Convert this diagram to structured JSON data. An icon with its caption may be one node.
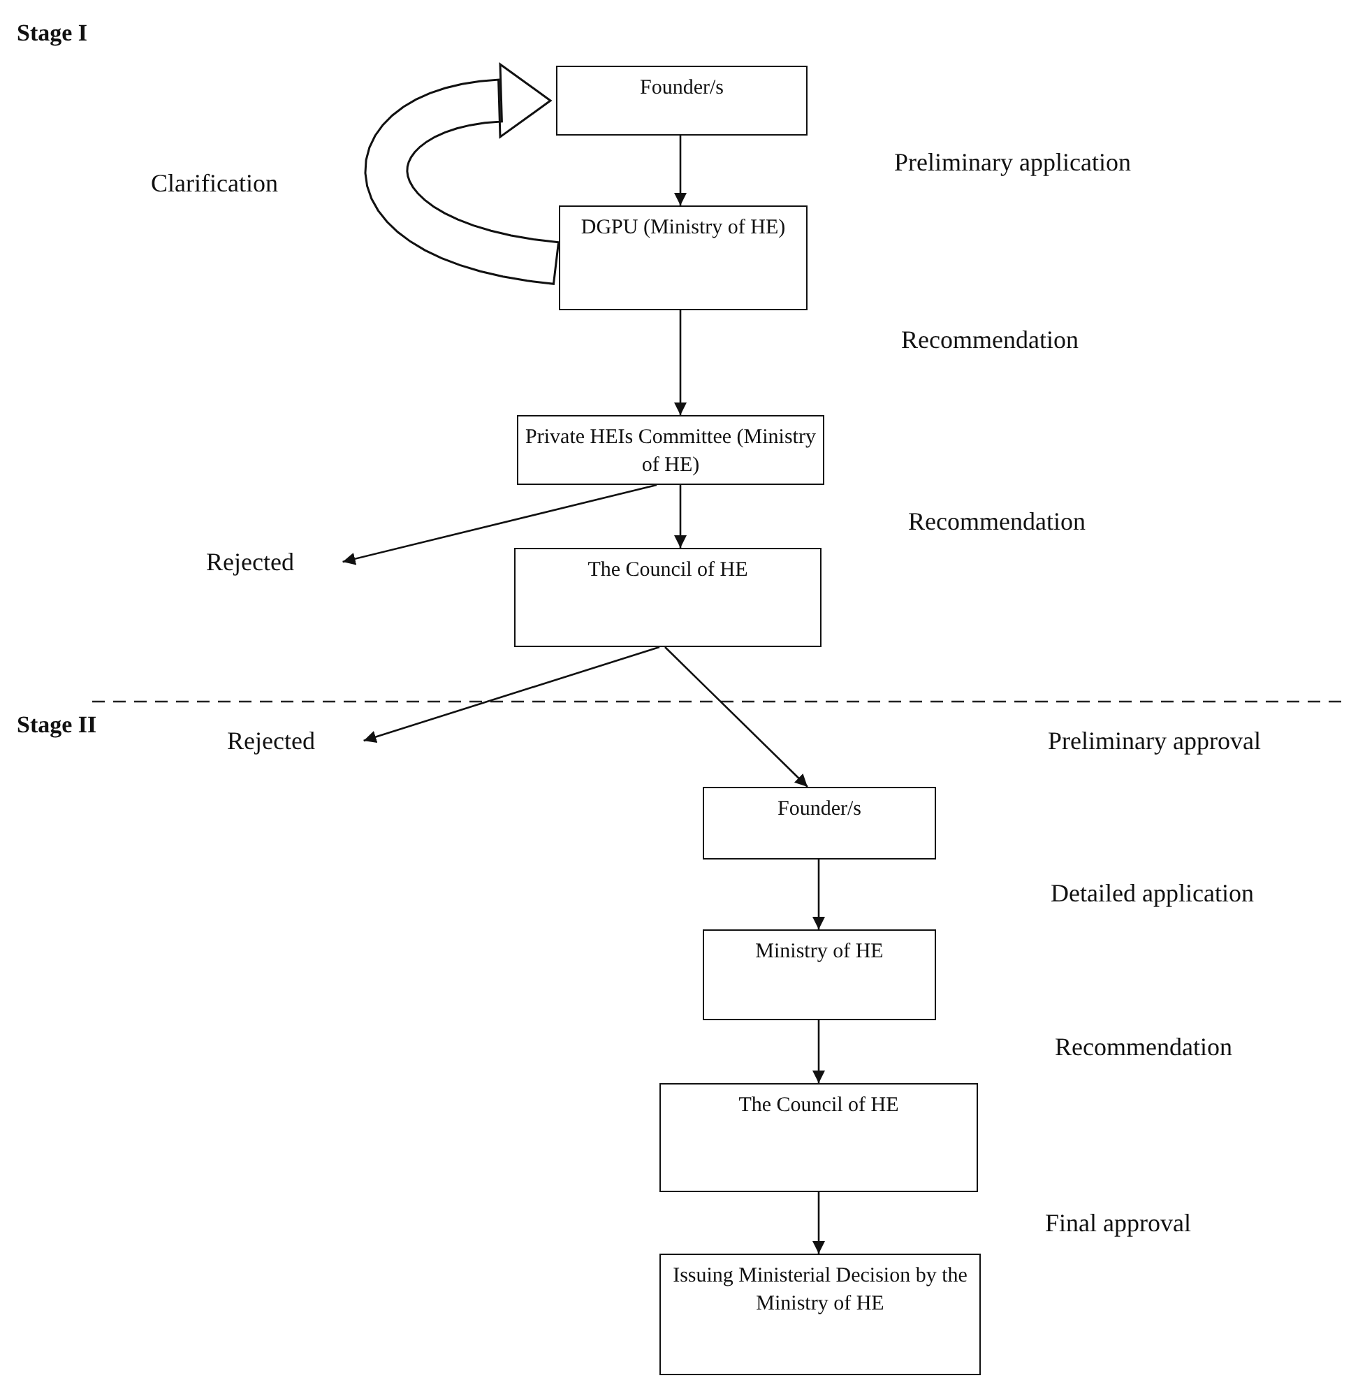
{
  "diagram": {
    "nodes": [
      {
        "text": [
          "Founder/s"
        ]
      },
      {
        "text": [
          "DGPU (Ministry of HE)"
        ]
      },
      {
        "text": [
          "Private HEIs Committee (Ministry of HE)"
        ]
      },
      {
        "text": [
          "Rejected"
        ]
      },
      {
        "text": [
          "The Council of HE"
        ]
      },
      {
        "text": [
          "Rejected"
        ]
      },
      {
        "text": [
          "Founder/s"
        ]
      },
      {
        "text": [
          "Ministry of HE"
        ]
      },
      {
        "text": [
          "The Council of HE"
        ]
      },
      {
        "text": [
          "Issuing Ministerial Decision by the Ministry of HE"
        ]
      }
    ],
    "edges": [
      {
        "from": 1,
        "to": 0,
        "arrow": "to",
        "style": "thick"
      },
      {
        "from": 0,
        "to": 1,
        "arrow": "to"
      },
      {
        "from": 1,
        "to": 2,
        "arrow": "to"
      },
      {
        "from": 2,
        "to": 3,
        "arrow": "to"
      },
      {
        "from": 2,
        "to": 4,
        "arrow": "to"
      },
      {
        "from": 4,
        "to": 5,
        "arrow": "to"
      },
      {
        "from": 4,
        "to": 6,
        "arrow": "to"
      },
      {
        "from": 6,
        "to": 7,
        "arrow": "to"
      },
      {
        "from": 7,
        "to": 8,
        "arrow": "to"
      },
      {
        "from": 8,
        "to": 9,
        "arrow": "to"
      }
    ],
    "labels": [
      "Stage I",
      "Clarification",
      "Preliminary application",
      "Recommendation",
      "Recommendation",
      "Stage II",
      "Preliminary approval",
      "Detailed application",
      "Recommendation",
      "Final approval"
    ]
  }
}
